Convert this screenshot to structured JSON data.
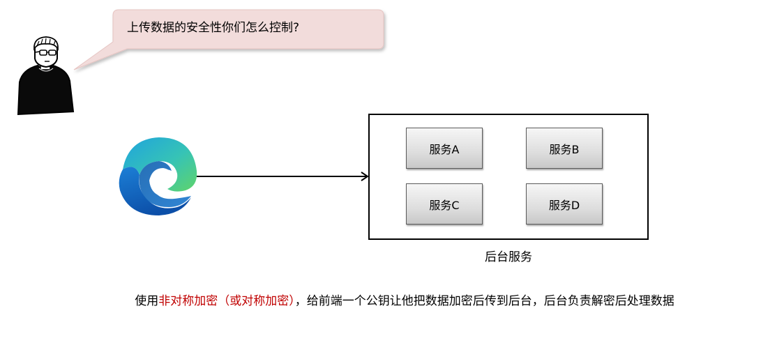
{
  "bubble": {
    "text": "上传数据的安全性你们怎么控制?"
  },
  "arrow": {
    "from": "browser-logo",
    "to": "backend-box"
  },
  "backend": {
    "label": "后台服务",
    "services": [
      "服务A",
      "服务B",
      "服务C",
      "服务D"
    ]
  },
  "caption": {
    "prefix": "使用",
    "highlight": "非对称加密（或对称加密）",
    "suffix": "，给前端一个公钥让他把数据加密后传到后台，后台负责解密后处理数据",
    "highlight_color": "#c00000"
  },
  "colors": {
    "bubble_fill": "#f2dcdb",
    "service_border": "#5a5a5a"
  },
  "icons": {
    "person": "person-with-glasses-icon",
    "browser": "edge-browser-logo"
  }
}
